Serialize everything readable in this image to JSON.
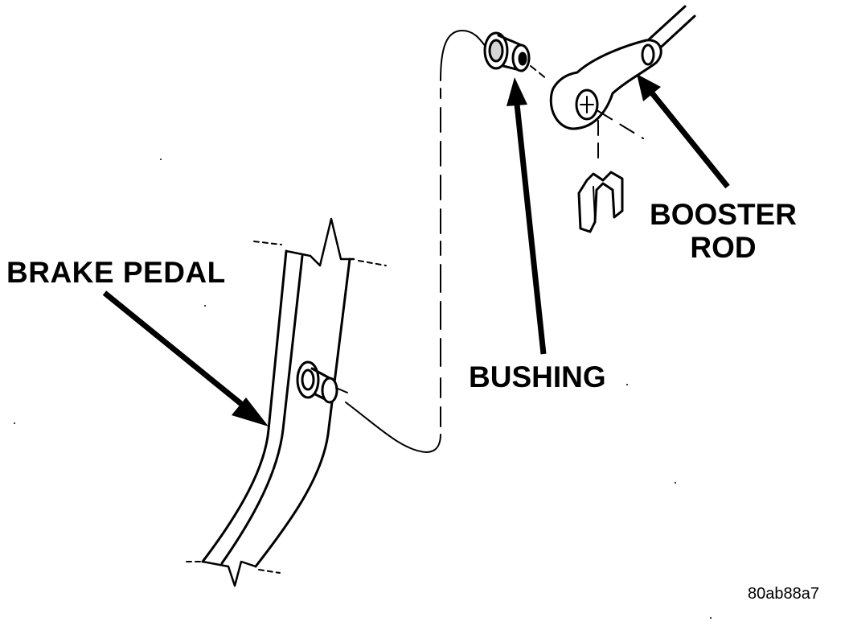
{
  "labels": {
    "brake_pedal": "BRAKE PEDAL",
    "booster_rod_line1": "BOOSTER",
    "booster_rod_line2": "ROD",
    "bushing": "BUSHING"
  },
  "figure_code": "80ab88a7",
  "colors": {
    "ink": "#000000",
    "background": "#ffffff",
    "shading": "#d6d6d6"
  }
}
